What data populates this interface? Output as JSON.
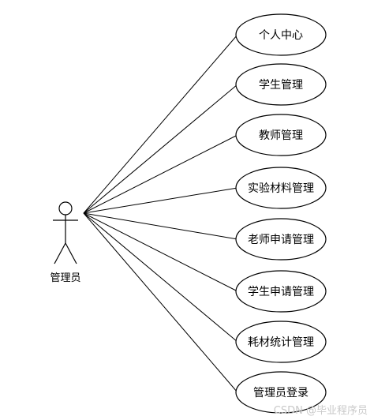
{
  "actor": {
    "label": "管理员"
  },
  "use_cases": [
    {
      "label": "个人中心"
    },
    {
      "label": "学生管理"
    },
    {
      "label": "教师管理"
    },
    {
      "label": "实验材料管理"
    },
    {
      "label": "老师申请管理"
    },
    {
      "label": "学生申请管理"
    },
    {
      "label": "耗材统计管理"
    },
    {
      "label": "管理员登录"
    }
  ],
  "watermark": "CSDN @毕业程序员",
  "colors": {
    "stroke": "#000000",
    "background": "#ffffff",
    "watermark": "#c9c9c9"
  }
}
